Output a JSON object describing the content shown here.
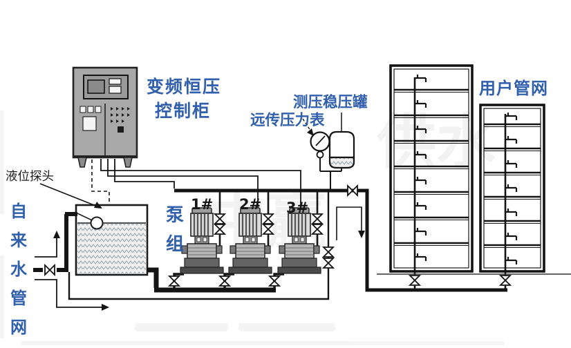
{
  "diagram": {
    "labels": {
      "cabinet_line1": "变频恒压",
      "cabinet_line2": "控制柜",
      "surge_tank": "测压稳压罐",
      "remote_gauge": "远传压力表",
      "level_probe": "液位探头",
      "user_network": "用户管网",
      "pump_group": [
        "泵",
        "组"
      ],
      "tap_water": [
        "自",
        "来",
        "水",
        "管",
        "网"
      ],
      "pump_ids": [
        "1#",
        "2#",
        "3#"
      ]
    },
    "watermark": [
      "中赢",
      "供水"
    ],
    "colors": {
      "label_blue": "#2f5fad",
      "line_black": "#141414",
      "cabinet_gray": "#a8a8a8",
      "pump_gray": "#b5b5b5",
      "base_dark": "#4a4a4a",
      "water_pattern": "#9aa4ad"
    }
  }
}
